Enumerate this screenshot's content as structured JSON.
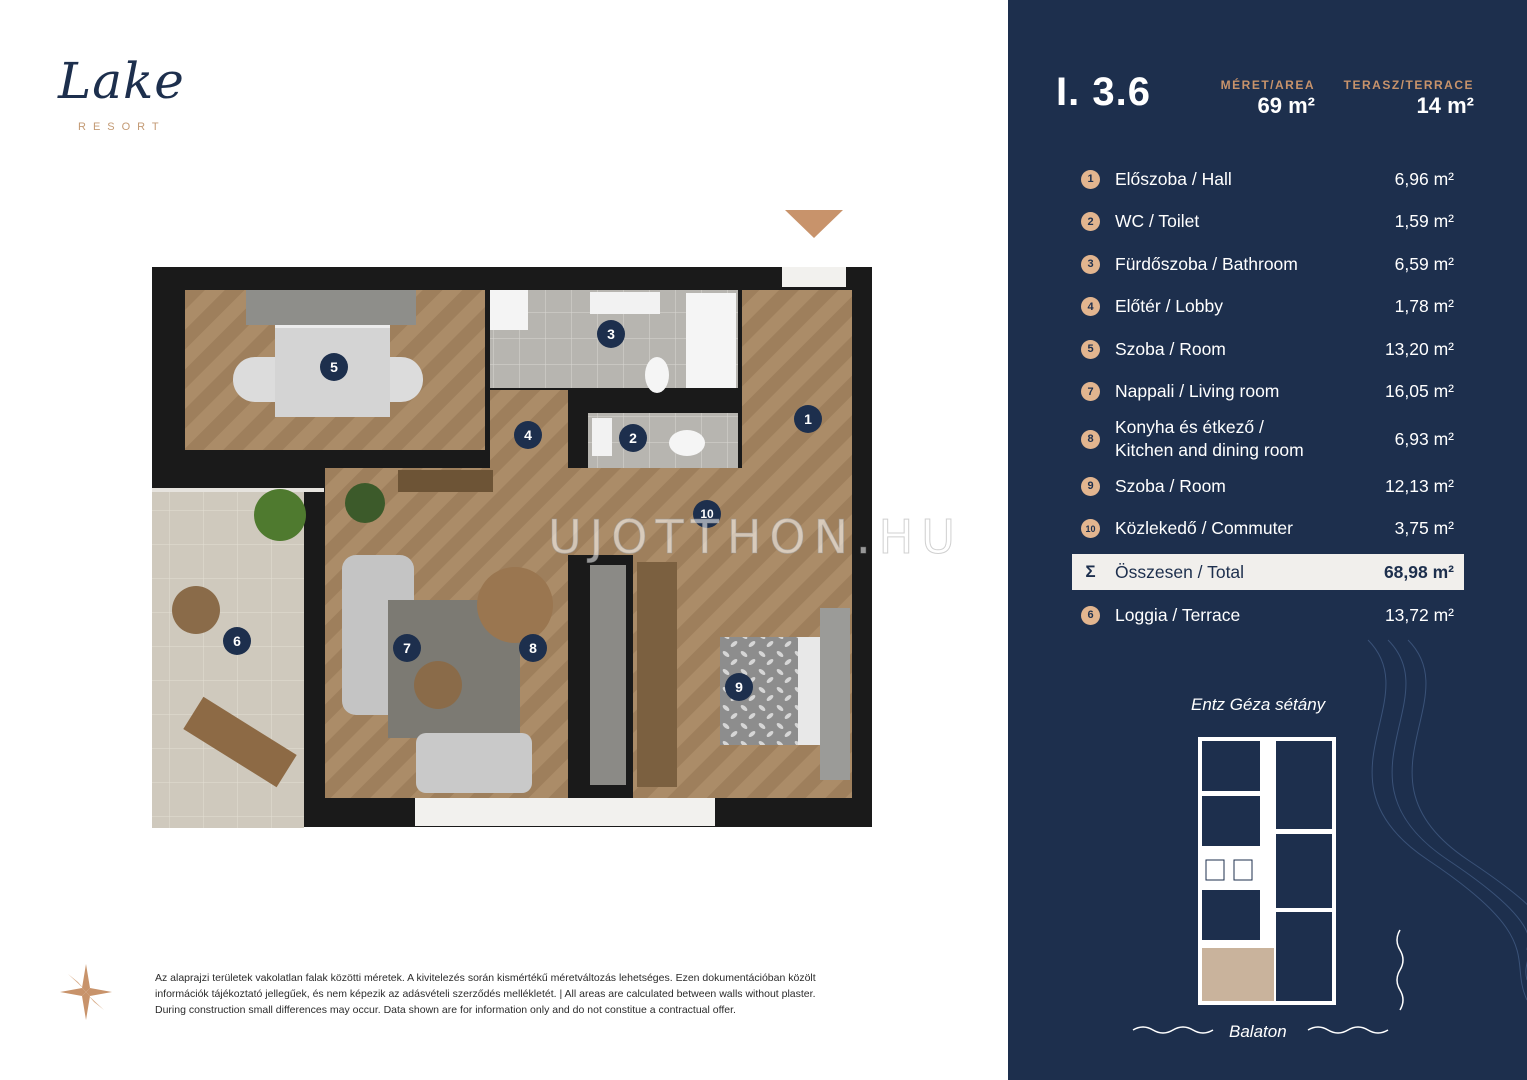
{
  "brand": {
    "name": "Lake",
    "sub": "RESORT"
  },
  "apartment": {
    "id": "I. 3.6",
    "area_label": "MÉRET/AREA",
    "area_value": "69 m²",
    "terrace_label": "TERASZ/TERRACE",
    "terrace_value": "14 m²"
  },
  "rooms": [
    {
      "num": "1",
      "name": "Előszoba / Hall",
      "area": "6,96  m²"
    },
    {
      "num": "2",
      "name": "WC / Toilet",
      "area": "1,59  m²"
    },
    {
      "num": "3",
      "name": "Fürdőszoba / Bathroom",
      "area": "6,59  m²"
    },
    {
      "num": "4",
      "name": "Előtér / Lobby",
      "area": "1,78  m²"
    },
    {
      "num": "5",
      "name": "Szoba / Room",
      "area": "13,20  m²"
    },
    {
      "num": "7",
      "name": "Nappali / Living room",
      "area": "16,05  m²"
    },
    {
      "num": "8",
      "name": "Konyha  és étkező /",
      "name2": "Kitchen and dining room",
      "area": "6,93  m²"
    },
    {
      "num": "9",
      "name": "Szoba / Room",
      "area": "12,13  m²"
    },
    {
      "num": "10",
      "name": "Közlekedő / Commuter",
      "area": "3,75  m²"
    }
  ],
  "total": {
    "symbol": "Σ",
    "name": "Összesen / Total",
    "area": "68,98  m²"
  },
  "loggia": {
    "num": "6",
    "name": "Loggia / Terrace",
    "area": "13,72  m²"
  },
  "site_plan": {
    "street": "Entz Géza sétány",
    "lake": "Balaton"
  },
  "plan_labels": [
    "1",
    "2",
    "3",
    "4",
    "5",
    "6",
    "7",
    "8",
    "9",
    "10"
  ],
  "watermark": "UJOTTHON.HU",
  "disclaimer": [
    "Az alaprajzi területek vakolatlan falak közötti méretek. A kivitelezés során kismértékű méretváltozás lehetséges. Ezen dokumentációban közölt",
    "információk tájékoztató jellegűek, és nem képezik az adásvételi szerződés mellékletét. | All areas are calculated between walls without plaster.",
    "During construction small differences may occur. Data shown are for information only and do not constitue a contractual offer."
  ],
  "colors": {
    "navy": "#1d2f4d",
    "accent": "#c8936b",
    "wood": "#a98a66",
    "tile": "#b3b1ac"
  }
}
